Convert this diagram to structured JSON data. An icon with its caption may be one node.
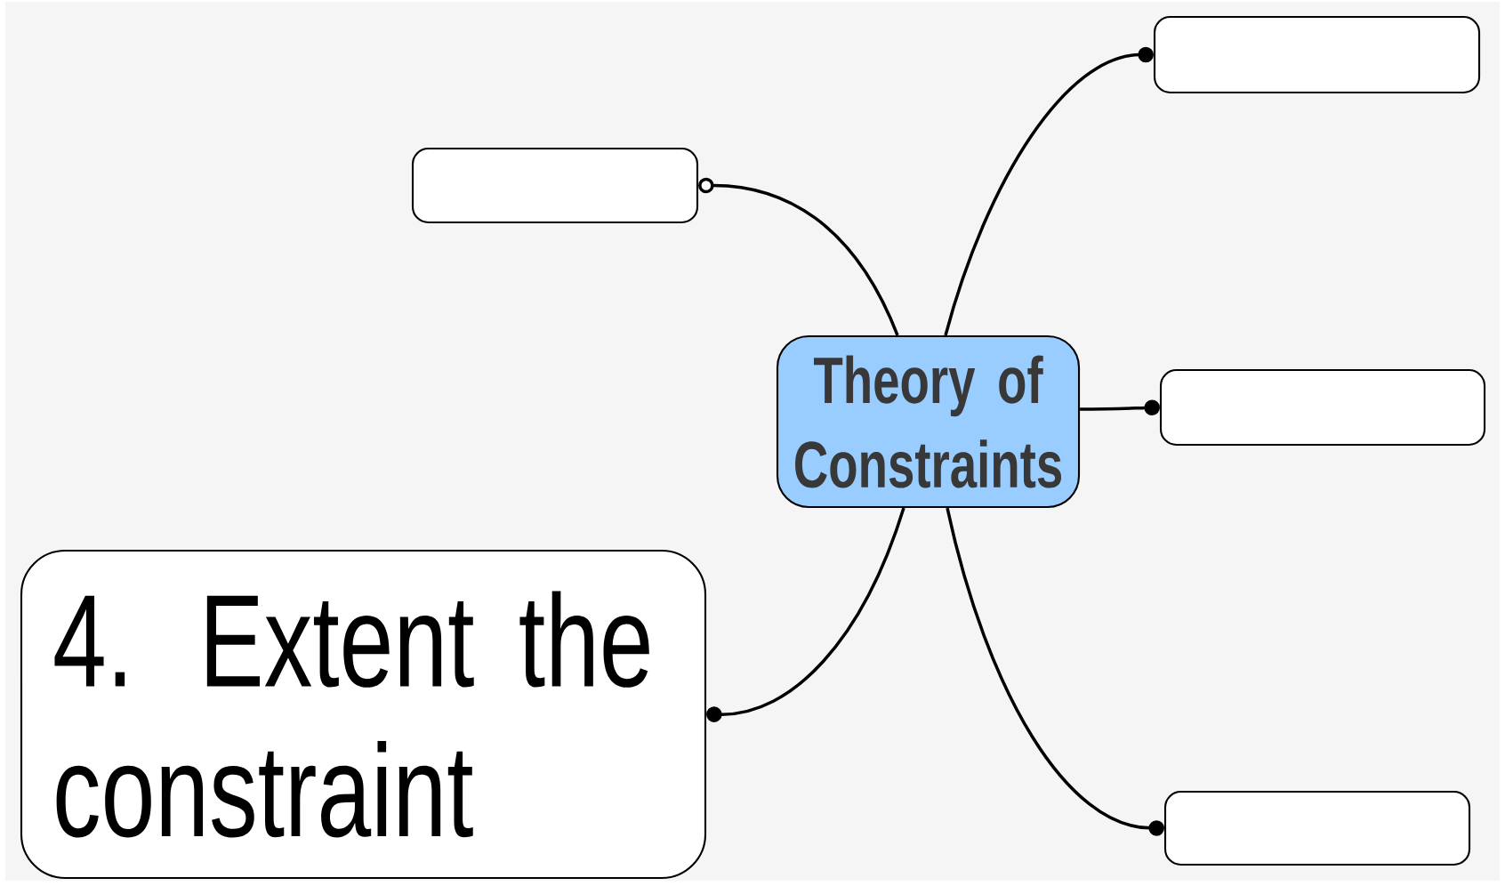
{
  "diagram": {
    "nodes": [
      {
        "text": [
          "Theory of Constraints"
        ]
      },
      {
        "text": [],
        "shape": "box"
      },
      {
        "text": [],
        "shape": "box"
      },
      {
        "text": [],
        "shape": "box"
      },
      {
        "text": [
          "4. Extent the constraint"
        ]
      },
      {
        "text": [],
        "shape": "box"
      }
    ],
    "edges": [
      {
        "from": 0,
        "to": 1,
        "arrow": "other"
      },
      {
        "from": 0,
        "to": 2,
        "arrow": "other"
      },
      {
        "from": 0,
        "to": 3,
        "arrow": "other"
      },
      {
        "from": 0,
        "to": 4,
        "arrow": "other"
      },
      {
        "from": 0,
        "to": 5,
        "arrow": "other"
      }
    ]
  }
}
